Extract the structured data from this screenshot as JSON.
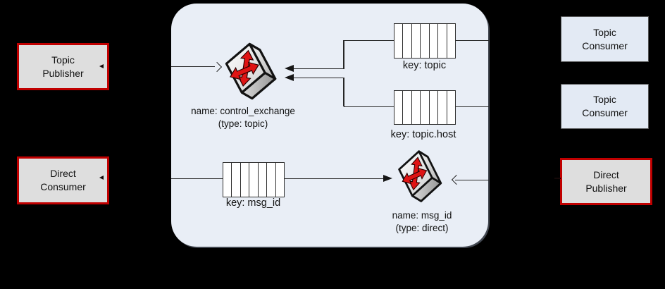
{
  "diagram": {
    "title_hint": "AMQP broker topology",
    "left_nodes": {
      "topic_publisher": {
        "line1": "Topic",
        "line2": "Publisher"
      },
      "direct_consumer": {
        "line1": "Direct",
        "line2": "Consumer"
      }
    },
    "right_nodes": {
      "topic_consumer_1": {
        "line1": "Topic",
        "line2": "Consumer"
      },
      "topic_consumer_2": {
        "line1": "Topic",
        "line2": "Consumer"
      },
      "direct_publisher": {
        "line1": "Direct",
        "line2": "Publisher"
      }
    },
    "exchanges": {
      "control": {
        "name": "name: control_exchange",
        "type": "(type: topic)"
      },
      "direct": {
        "name": "name: msg_id",
        "type": "(type: direct)"
      }
    },
    "queues": {
      "topic": {
        "label": "key: topic"
      },
      "topic_host": {
        "label": "key: topic.host"
      },
      "msg_id": {
        "label": "key: msg_id"
      }
    },
    "colors": {
      "background": "#000000",
      "broker_fill": "#e9eef6",
      "publisher_fill": "#dedede",
      "publisher_border": "#c00000",
      "consumer_fill": "#e3eaf4",
      "consumer_border": "#545454",
      "queue_fill": "#ffffff",
      "line": "#262626",
      "exchange_arrow_red": "#df1414"
    }
  }
}
